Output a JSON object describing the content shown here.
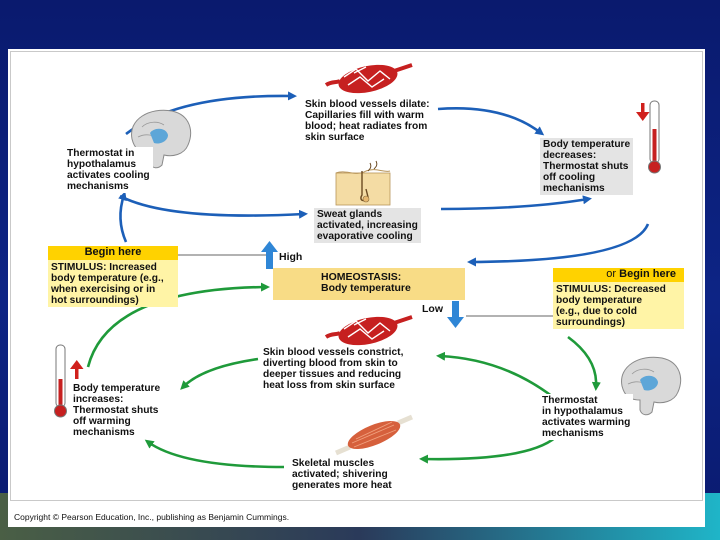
{
  "diagram": {
    "center": {
      "title": "HOMEOSTASIS:",
      "subtitle": "Body temperature"
    },
    "high_label": "High",
    "low_label": "Low",
    "begin_top": {
      "header": "Begin here",
      "lines": [
        "STIMULUS: Increased",
        "body temperature (e.g.,",
        "when exercising or in",
        "hot surroundings)"
      ]
    },
    "begin_bottom": {
      "header_prefix": "or",
      "header": "Begin here",
      "lines": [
        "STIMULUS: Decreased",
        "body temperature",
        "(e.g., due to cold",
        "surroundings)"
      ]
    },
    "cooling_loop": {
      "thermostat": [
        "Thermostat in",
        "hypothalamus",
        "activates cooling",
        "mechanisms"
      ],
      "vessels_dilate": [
        "Skin blood vessels dilate:",
        "Capillaries fill with warm",
        "blood; heat radiates from",
        "skin surface"
      ],
      "sweat_glands": [
        "Sweat glands",
        "activated, increasing",
        "evaporative cooling"
      ],
      "temp_decreases": [
        "Body temperature",
        "decreases:",
        "Thermostat shuts",
        "off cooling",
        "mechanisms"
      ]
    },
    "warming_loop": {
      "vessels_constrict": [
        "Skin blood vessels constrict,",
        "diverting blood from skin to",
        "deeper tissues and reducing",
        "heat loss from skin surface"
      ],
      "temp_increases": [
        "Body temperature",
        "increases:",
        "Thermostat shuts",
        "off warming",
        "mechanisms"
      ],
      "thermostat": [
        "Thermostat",
        "in hypothalamus",
        "activates warming",
        "mechanisms"
      ],
      "muscles": [
        "Skeletal muscles",
        "activated; shivering",
        "generates more heat"
      ]
    },
    "copyright": "Copyright © Pearson Education, Inc., publishing as Benjamin Cummings.",
    "colors": {
      "cooling_arrow": "#1c5fb8",
      "warming_arrow": "#1f9a3a",
      "highlight_yellow": "#ffd200",
      "center_fill": "#f8dc86",
      "slide_blue": "#0c1f78"
    },
    "icons": [
      "blood-vessel-icon",
      "brain-icon",
      "thermometer-icon",
      "skin-sweat-gland-icon",
      "muscle-icon",
      "up-arrow-icon",
      "down-arrow-icon"
    ]
  }
}
